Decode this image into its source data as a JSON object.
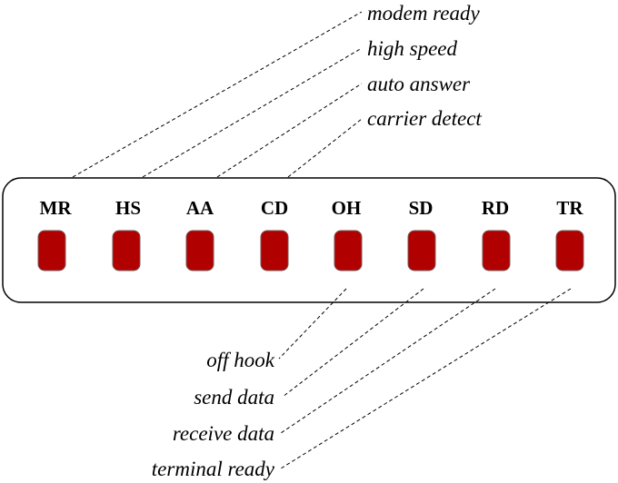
{
  "panel": {
    "led_color": "#b10000",
    "indicators": [
      {
        "code": "MR",
        "label": "modem ready"
      },
      {
        "code": "HS",
        "label": "high speed"
      },
      {
        "code": "AA",
        "label": "auto answer"
      },
      {
        "code": "CD",
        "label": "carrier detect"
      },
      {
        "code": "OH",
        "label": "off hook"
      },
      {
        "code": "SD",
        "label": "send data"
      },
      {
        "code": "RD",
        "label": "receive data"
      },
      {
        "code": "TR",
        "label": "terminal ready"
      }
    ]
  }
}
